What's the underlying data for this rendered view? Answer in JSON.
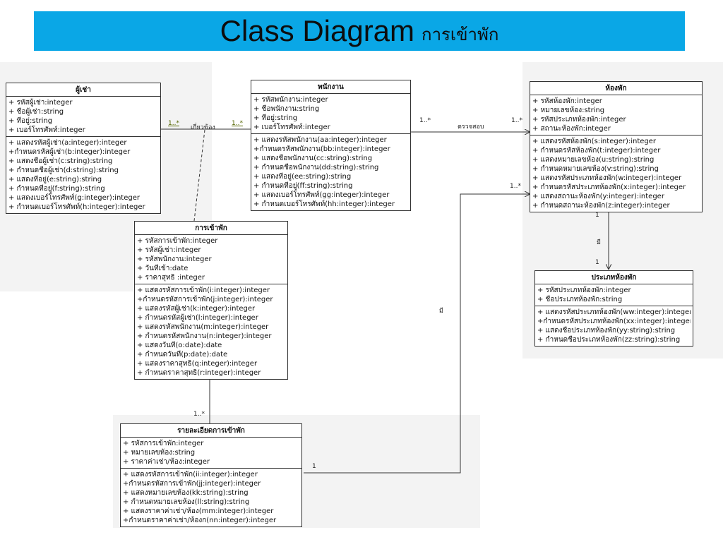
{
  "title": {
    "main": "Class Diagram",
    "sub": "การเข้าพัก"
  },
  "classes": {
    "tenant": {
      "name": "ผู้เช่า",
      "attributes": [
        "+ รหัสผู้เช่า:integer",
        "+ ชื่อผู้เช่า:string",
        "+ ที่อยู่:string",
        "+ เบอร์โทรศัพท์:integer"
      ],
      "methods": [
        "+ แสดงรหัสผู้เช่า(a:integer):integer",
        "+กำหนดรหัสผู้เช่า(b:integer):integer",
        "+ แสดงชื่อผู้เช่า(c:string):string",
        "+ กำหนดชื่อผู้เช่า(d:string):string",
        "+ แสดงที่อยู่(e:string):string",
        "+ กำหนดที่อยู่(f:string):string",
        "+ แสดงเบอร์โทรศัพท์(g:integer):integer",
        "+ กำหนดเบอร์โทรศัพท์(h:integer):integer"
      ]
    },
    "employee": {
      "name": "พนักงาน",
      "attributes": [
        "+ รหัสพนักงาน:integer",
        "+ ชื่อพนักงาน:string",
        "+ ที่อยู่:string",
        "+ เบอร์โทรศัพท์:integer"
      ],
      "methods": [
        "+ แสดงรหัสพนักงาน(aa:integer):integer",
        "+กำหนดรหัสพนักงาน(bb:integer):integer",
        "+ แสดงชื่อพนักงาน(cc:string):string",
        "+ กำหนดชื่อพนักงาน(dd:string):string",
        "+ แสดงที่อยู่(ee:string):string",
        "+ กำหนดที่อยู่(ff:string):string",
        "+ แสดงเบอร์โทรศัพท์(gg:integer):integer",
        "+ กำหนดเบอร์โทรศัพท์(hh:integer):integer"
      ]
    },
    "room": {
      "name": "ห้องพัก",
      "attributes": [
        "+ รหัสห้องพัก:integer",
        "+ หมายเลขห้อง:string",
        "+ รหัสประเภทห้องพัก:integer",
        "+ สถานะห้องพัก:integer"
      ],
      "methods": [
        "+ แสดงรหัสห้องพัก(s:integer):integer",
        "+ กำหนดรหัสห้องพัก(t:integer):integer",
        "+ แสดงหมายเลขห้อง(u:string):string",
        "+ กำหนดหมายเลขห้อง(v:string):string",
        "+ แสดงรหัสประเภทห้องพัก(w:integer):integer",
        "+ กำหนดรหัสประเภทห้องพัก(x:integer):integer",
        "+ แสดงสถานะห้องพัก(y:integer):integer",
        "+ กำหนดสถานะห้องพัก(z:integer):integer"
      ]
    },
    "checkin": {
      "name": "การเข้าพัก",
      "attributes": [
        "+ รหัสการเข้าพัก:integer",
        "+ รหัสผู้เช่า:integer",
        "+ รหัสพนักงาน:integer",
        "+ วันที่เข้า:date",
        "+ ราคาสุทธิ :integer"
      ],
      "methods": [
        "+ แสดงรหัสการเข้าพัก(i:integer):integer",
        "+กำหนดรหัสการเข้าพัก(j:integer):integer",
        "+ แสดงรหัสผู้เช่า(k:integer):integer",
        "+ กำหนดรหัสผู้เช่า(l:integer):integer",
        "+ แสดงรหัสพนักงาน(m:integer):integer",
        "+ กำหนดรหัสพนักงาน(n:integer):integer",
        "+ แสดงวันที่(o:date):date",
        "+ กำหนดวันที่(p:date):date",
        "+ แสดงราคาสุทธิ(q:integer):integer",
        "+ กำหนดราคาสุทธิ(r:integer):integer"
      ]
    },
    "roomtype": {
      "name": "ประเภทห้องพัก",
      "attributes": [
        "+ รหัสประเภทห้องพัก:integer",
        "+ ชื่อประเภทห้องพัก:string"
      ],
      "methods": [
        "+ แสดงรหัสประเภทห้องพัก(ww:integer):integer",
        "+กำหนดรหัสประเภทห้องพัก(xx:integer):integer",
        "+ แสดงชื่อประเภทห้องพัก(yy:string):string",
        "+ กำหนดชื่อประเภทห้องพัก(zz:string):string"
      ]
    },
    "detail": {
      "name": "รายละเอียดการเข้าพัก",
      "attributes": [
        "+ รหัสการเข้าพัก:integer",
        "+ หมายเลขห้อง:string",
        "+ ราคาค่าเช่า/ห้อง:integer"
      ],
      "methods": [
        "+ แสดงรหัสการเข้าพัก(ii:integer):integer",
        "+กำหนดรหัสการเข้าพัก(jj:integer):integer",
        "+ แสดงหมายเลขห้อง(kk:string):string",
        "+ กำหนดหมายเลขห้อง(ll:string):string",
        "+ แสดงราคาค่าเช่า/ห้อง(mm:integer):integer",
        "+กำหนดราคาค่าเช่า/ห้องก(nn:integer):integer"
      ]
    }
  },
  "labels": {
    "tenant_mult": "1..*",
    "assoc_name": "เกี่ยวข้อง",
    "employee_mult": "1..*",
    "emp_room_mult_left": "1..*",
    "inspect": "ตรวจสอบ",
    "emp_room_mult_right": "1..*",
    "detail_room_mult": "1..*",
    "room_mult": "1",
    "has_1": "มี",
    "roomtype_mult": "1",
    "has_2": "มี",
    "detail_mult": "1..*",
    "detail_one": "1"
  }
}
